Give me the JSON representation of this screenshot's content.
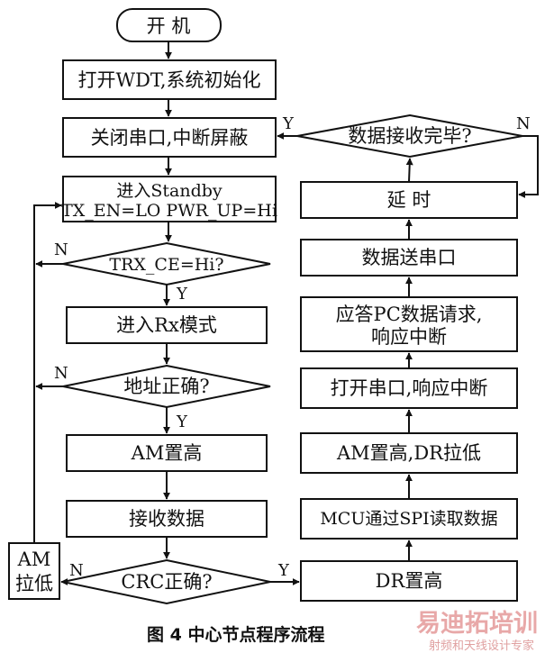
{
  "left_column": {
    "start": "开  机",
    "init": "打开WDT,系统初始化",
    "close_uart": "关闭串口,中断屏蔽",
    "standby_line1": "进入Standby",
    "standby_line2": "TX_EN=LO PWR_UP=Hi",
    "trx_ce": "TRX_CE=Hi?",
    "rx_mode": "进入Rx模式",
    "addr_ok": "地址正确?",
    "am_high": "AM置高",
    "recv": "接收数据",
    "crc_ok": "CRC正确?",
    "am_low_line1": "AM",
    "am_low_line2": "拉低"
  },
  "right_column": {
    "recv_done": "数据接收完毕?",
    "delay": "延  时",
    "send_uart": "数据送串口",
    "reply_line1": "应答PC数据请求,",
    "reply_line2": "响应中断",
    "open_uart": "打开串口,响应中断",
    "am_high_dr_low": "AM置高,DR拉低",
    "mcu_spi": "MCU通过SPI读取数据",
    "dr_high": "DR置高"
  },
  "branch_labels": {
    "yes": "Y",
    "no": "N"
  },
  "caption": "图 4    中心节点程序流程",
  "watermark": {
    "brand": "易迪拓培训",
    "slogan": "射频和天线设计专家"
  }
}
